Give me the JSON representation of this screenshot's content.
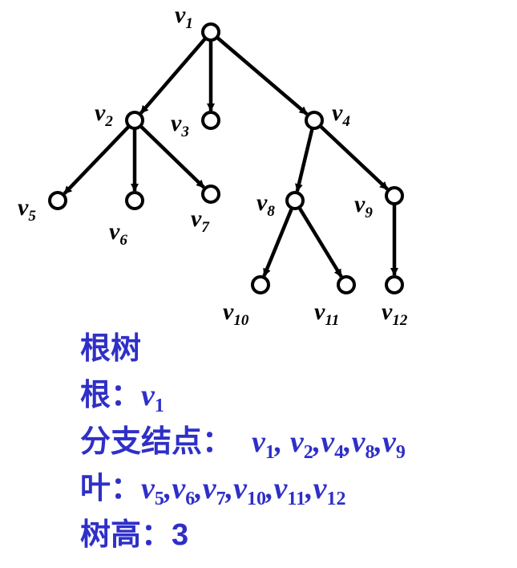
{
  "tree": {
    "nodes": [
      {
        "id": "v1",
        "label": "v",
        "sub": "1"
      },
      {
        "id": "v2",
        "label": "v",
        "sub": "2"
      },
      {
        "id": "v3",
        "label": "v",
        "sub": "3"
      },
      {
        "id": "v4",
        "label": "v",
        "sub": "4"
      },
      {
        "id": "v5",
        "label": "v",
        "sub": "5"
      },
      {
        "id": "v6",
        "label": "v",
        "sub": "6"
      },
      {
        "id": "v7",
        "label": "v",
        "sub": "7"
      },
      {
        "id": "v8",
        "label": "v",
        "sub": "8"
      },
      {
        "id": "v9",
        "label": "v",
        "sub": "9"
      },
      {
        "id": "v10",
        "label": "v",
        "sub": "10"
      },
      {
        "id": "v11",
        "label": "v",
        "sub": "11"
      },
      {
        "id": "v12",
        "label": "v",
        "sub": "12"
      }
    ],
    "edges": [
      [
        "v1",
        "v2"
      ],
      [
        "v1",
        "v3"
      ],
      [
        "v1",
        "v4"
      ],
      [
        "v2",
        "v5"
      ],
      [
        "v2",
        "v6"
      ],
      [
        "v2",
        "v7"
      ],
      [
        "v4",
        "v8"
      ],
      [
        "v4",
        "v9"
      ],
      [
        "v8",
        "v10"
      ],
      [
        "v8",
        "v11"
      ],
      [
        "v9",
        "v12"
      ]
    ]
  },
  "info": {
    "heading": "根树",
    "root_label": "根：",
    "root_value": [
      {
        "v": "v",
        "s": "1"
      }
    ],
    "branch_label": "分支结点：",
    "branch_values": [
      {
        "v": "v",
        "s": "1"
      },
      {
        "v": "v",
        "s": "2"
      },
      {
        "v": "v",
        "s": "4"
      },
      {
        "v": "v",
        "s": "8"
      },
      {
        "v": "v",
        "s": "9"
      }
    ],
    "leaf_label": "叶：",
    "leaf_values": [
      {
        "v": "v",
        "s": "5"
      },
      {
        "v": "v",
        "s": "6"
      },
      {
        "v": "v",
        "s": "7"
      },
      {
        "v": "v",
        "s": "10"
      },
      {
        "v": "v",
        "s": "11"
      },
      {
        "v": "v",
        "s": "12"
      }
    ],
    "height_label": "树高：",
    "height_value": "3"
  },
  "colors": {
    "diagram": "#000000",
    "text": "#2f2fc8"
  }
}
